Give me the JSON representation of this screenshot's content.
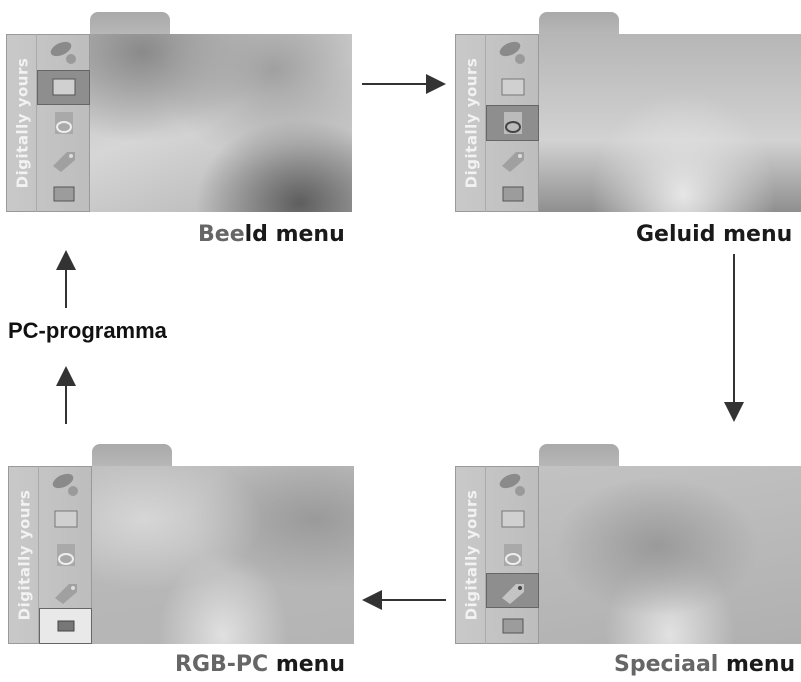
{
  "brand_text": "Digitally yours",
  "panels": [
    {
      "label_dim": "Bee",
      "label_rest": "ld menu",
      "active_icon": 1
    },
    {
      "label_dim": "",
      "label_rest": "Geluid menu",
      "active_icon": 2
    },
    {
      "label_dim": "Speciaal ",
      "label_rest": "menu",
      "active_icon": 3
    },
    {
      "label_dim": "RGB-PC ",
      "label_rest": "menu",
      "active_icon": 4
    }
  ],
  "pc_programma": "PC-programma",
  "icons": [
    "satellite-dish-icon",
    "picture-icon",
    "sound-icon",
    "special-tag-icon",
    "pc-monitor-icon"
  ]
}
